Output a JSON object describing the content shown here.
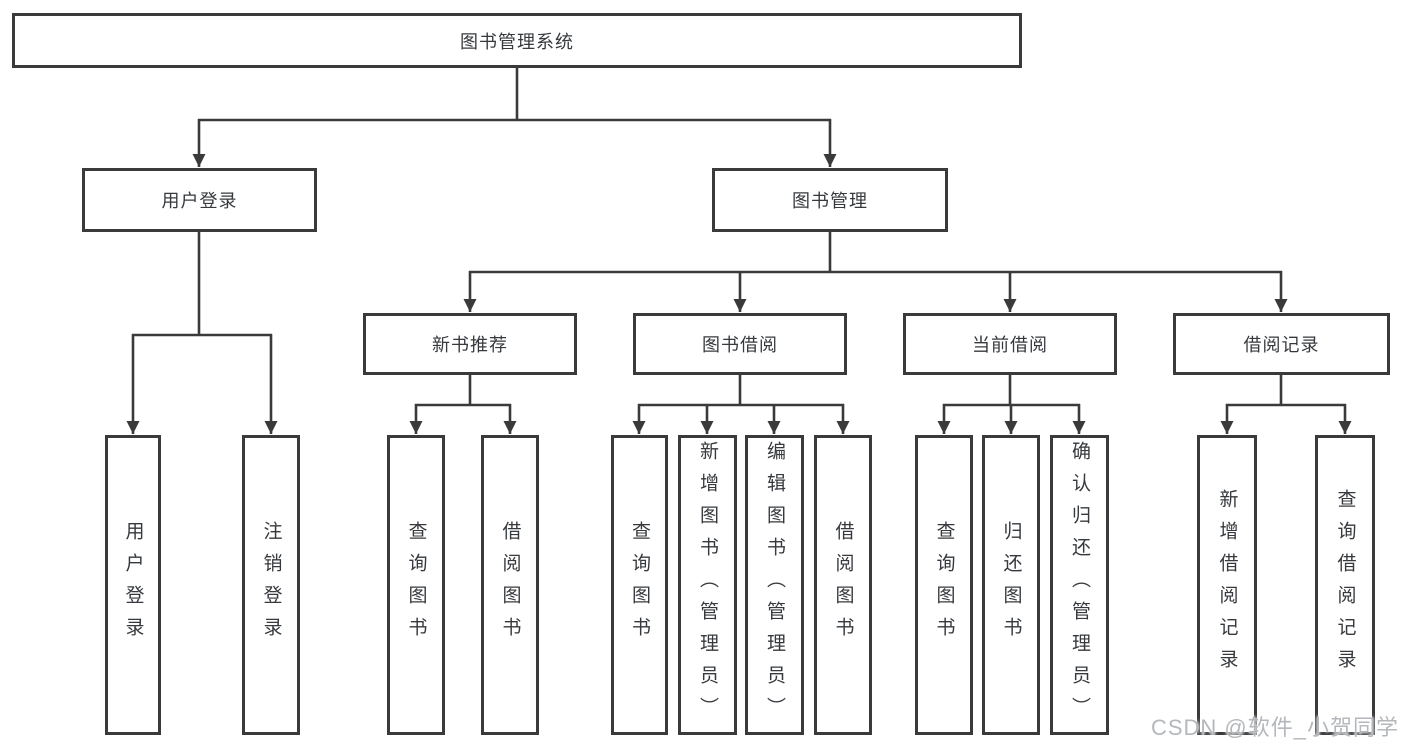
{
  "watermark": "CSDN @软件_小贺同学",
  "tree": {
    "root": {
      "label": "图书管理系统"
    },
    "branches": [
      {
        "label": "用户登录",
        "children": [
          {
            "label": "用户登录"
          },
          {
            "label": "注销登录"
          }
        ]
      },
      {
        "label": "图书管理",
        "children": [
          {
            "label": "新书推荐",
            "children": [
              {
                "label": "查询图书"
              },
              {
                "label": "借阅图书"
              }
            ]
          },
          {
            "label": "图书借阅",
            "children": [
              {
                "label": "查询图书"
              },
              {
                "label": "新增图书（管理员）"
              },
              {
                "label": "编辑图书（管理员）"
              },
              {
                "label": "借阅图书"
              }
            ]
          },
          {
            "label": "当前借阅",
            "children": [
              {
                "label": "查询图书"
              },
              {
                "label": "归还图书"
              },
              {
                "label": "确认归还（管理员）"
              }
            ]
          },
          {
            "label": "借阅记录",
            "children": [
              {
                "label": "新增借阅记录"
              },
              {
                "label": "查询借阅记录"
              }
            ]
          }
        ]
      }
    ]
  },
  "colors": {
    "line": "#3a3a3a",
    "text": "#36393d",
    "watermark": "#b4b7bb"
  }
}
